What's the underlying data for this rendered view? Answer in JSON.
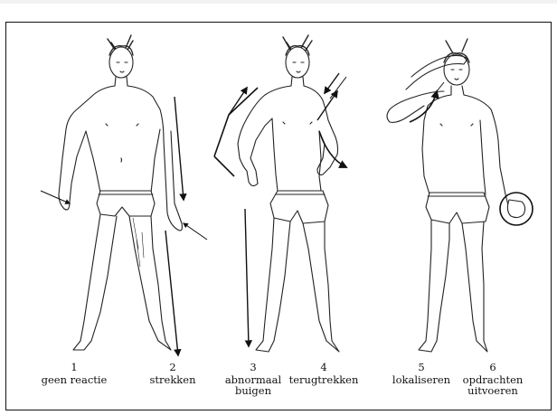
{
  "labels": [
    {
      "number": "1",
      "text": "geen reactie"
    },
    {
      "number": "2",
      "text": "strekken"
    },
    {
      "number": "3",
      "text": "abnormaal\nbuigen"
    },
    {
      "number": "4",
      "text": "terugtrekken"
    },
    {
      "number": "5",
      "text": "lokaliseren"
    },
    {
      "number": "6",
      "text": "opdrachten\nuitvoeren"
    }
  ]
}
